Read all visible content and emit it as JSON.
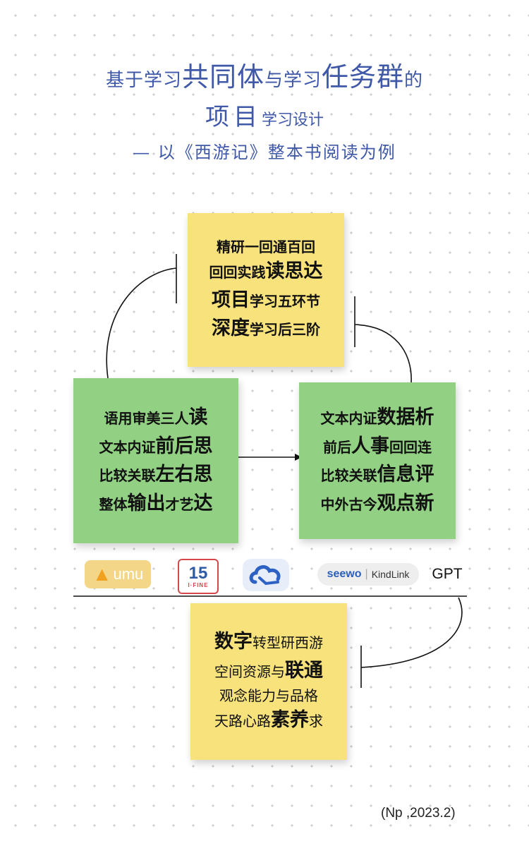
{
  "title": {
    "line1": [
      {
        "text": "基于学习",
        "big": false
      },
      {
        "text": "共同体",
        "big": true
      },
      {
        "text": "与学习",
        "big": false
      },
      {
        "text": "任务群",
        "big": true
      },
      {
        "text": "的",
        "big": false
      }
    ],
    "line2": [
      {
        "text": "项目",
        "big": true
      },
      {
        "text": "学习设计",
        "big": false
      }
    ],
    "line3": "— 以《西游记》整本书阅读为例"
  },
  "notes": {
    "top": [
      [
        {
          "t": "精研一回通百回",
          "b": false
        }
      ],
      [
        {
          "t": "回回实践",
          "b": false
        },
        {
          "t": "读思达",
          "b": true
        }
      ],
      [
        {
          "t": "项目",
          "b": true
        },
        {
          "t": "学习五环节",
          "b": false
        }
      ],
      [
        {
          "t": "深度",
          "b": true
        },
        {
          "t": "学习后三阶",
          "b": false
        }
      ]
    ],
    "left": [
      [
        {
          "t": "语用审美三人",
          "b": false
        },
        {
          "t": "读",
          "b": true
        }
      ],
      [
        {
          "t": "文本内证",
          "b": false
        },
        {
          "t": "前后思",
          "b": true
        }
      ],
      [
        {
          "t": "比较关联",
          "b": false
        },
        {
          "t": "左右思",
          "b": true
        }
      ],
      [
        {
          "t": "整体",
          "b": false
        },
        {
          "t": "输出",
          "b": true
        },
        {
          "t": "才艺",
          "b": false
        },
        {
          "t": "达",
          "b": true
        }
      ]
    ],
    "right": [
      [
        {
          "t": "文本内证",
          "b": false
        },
        {
          "t": "数据析",
          "b": true
        }
      ],
      [
        {
          "t": "前后",
          "b": false
        },
        {
          "t": "人事",
          "b": true
        },
        {
          "t": "回回连",
          "b": false
        }
      ],
      [
        {
          "t": "比较关联",
          "b": false
        },
        {
          "t": "信息评",
          "b": true
        }
      ],
      [
        {
          "t": "中外古今",
          "b": false
        },
        {
          "t": "观点新",
          "b": true
        }
      ]
    ],
    "bottom": [
      [
        {
          "t": "数字",
          "b": true
        },
        {
          "t": "转型研西游",
          "b": false
        }
      ],
      [
        {
          "t": "空间资源与",
          "b": false
        },
        {
          "t": "联通",
          "b": true
        }
      ],
      [
        {
          "t": "观念能力与品格",
          "b": false
        }
      ],
      [
        {
          "t": "天路心路",
          "b": false
        },
        {
          "t": "素养",
          "b": true
        },
        {
          "t": "求",
          "b": false
        }
      ]
    ]
  },
  "logos": {
    "umu": "umu",
    "ifine_num": "15",
    "ifine_sub": "I·FINE",
    "seewo": "seewo",
    "kindlink": "KindLink",
    "gpt": "GPT"
  },
  "credit": "(Np ,2023.2)",
  "colors": {
    "title": "#3f58a8",
    "yellow_note": "#f8e27c",
    "green_note": "#92d183",
    "line": "#111111"
  }
}
